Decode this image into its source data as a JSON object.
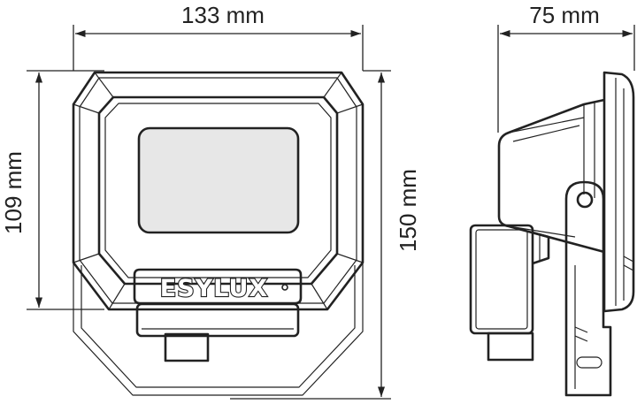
{
  "dimensions": {
    "width_front": "133 mm",
    "depth_side": "75 mm",
    "height_body": "109 mm",
    "height_total": "150 mm"
  },
  "brand": {
    "logo_text": "ESYLUX"
  }
}
